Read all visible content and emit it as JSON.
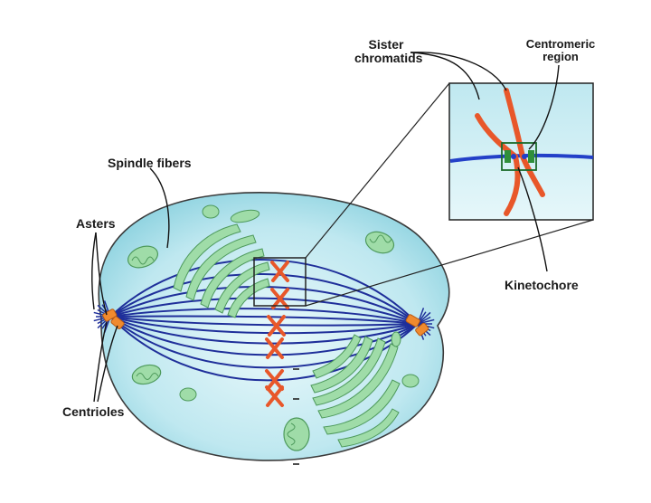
{
  "labels": {
    "sister_chromatids_line1": "Sister",
    "sister_chromatids_line2": "chromatids",
    "centromeric_region_line1": "Centromeric",
    "centromeric_region_line2": "region",
    "spindle_fibers": "Spindle fibers",
    "asters": "Asters",
    "centrioles": "Centrioles",
    "kinetochore": "Kinetochore"
  },
  "colors": {
    "cell_fill": "#bfe8f0",
    "cell_outline": "#3a3a3a",
    "spindle_fiber": "#1f2f9a",
    "chromosome": "#e8572a",
    "organelle_fill": "#9fdca8",
    "organelle_outline": "#4e9a5c",
    "kinetochore_box": "#1b6b2a",
    "leader_line": "#111111"
  }
}
